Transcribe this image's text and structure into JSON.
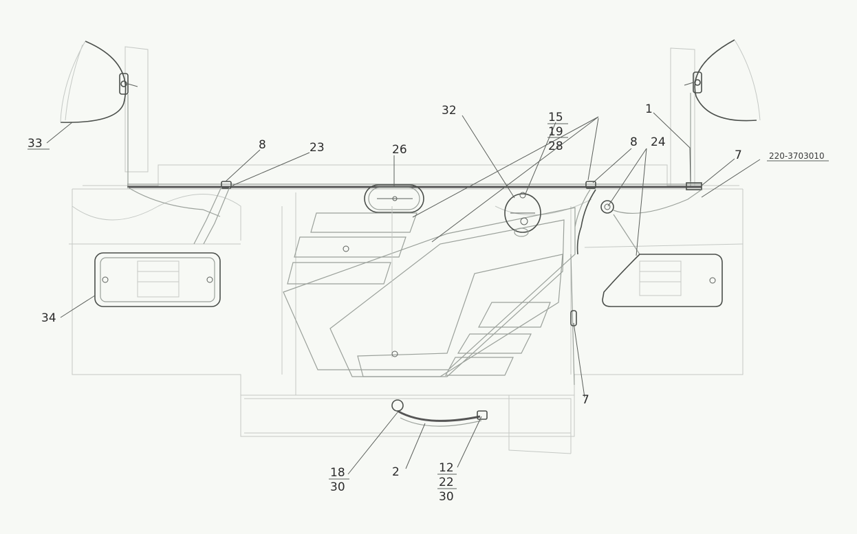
{
  "drawing_code": "220-3703010",
  "callouts": {
    "c33": "33",
    "c8a": "8",
    "c23": "23",
    "c26": "26",
    "c32": "32",
    "c15": "15",
    "c19": "19",
    "c28": "28",
    "c8b": "8",
    "c24": "24",
    "c1": "1",
    "c7a": "7",
    "c34": "34",
    "c7b": "7",
    "c18": "18",
    "c30a": "30",
    "c2": "2",
    "c12": "12",
    "c22": "22",
    "c30b": "30"
  }
}
